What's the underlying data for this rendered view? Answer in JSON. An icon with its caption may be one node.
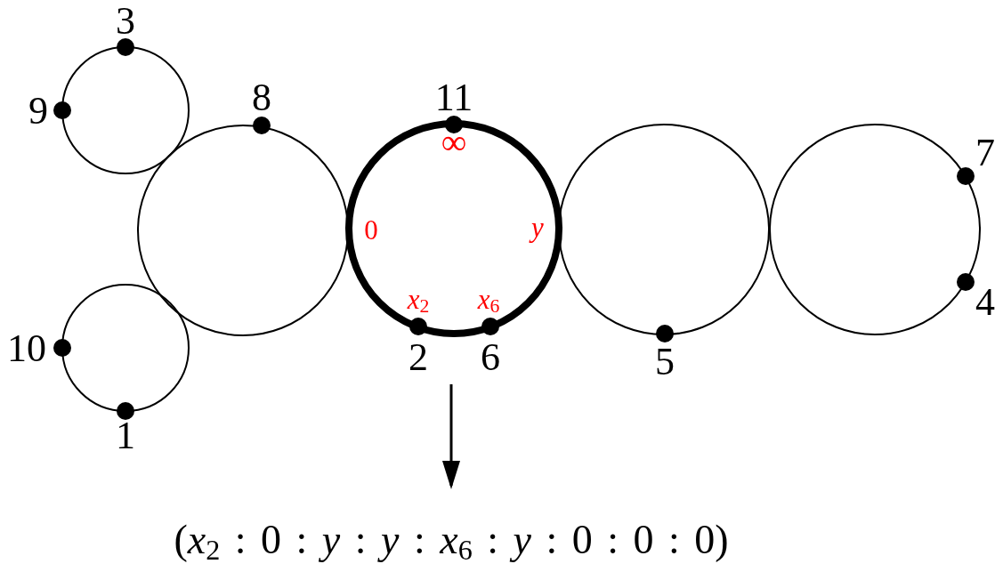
{
  "diagram": {
    "nodes": [
      {
        "text": [],
        "shape": "circle",
        "beside": [
          "3",
          "9"
        ]
      },
      {
        "text": [],
        "shape": "circle",
        "beside": [
          "8"
        ]
      },
      {
        "text": [],
        "shape": "circle",
        "beside": [
          "10",
          "1"
        ]
      },
      {
        "text": [
          "∞",
          "0",
          "y",
          "*x*$_{2}$",
          "*x*$_{6}$"
        ],
        "beside": [
          "11",
          "2",
          "6"
        ]
      },
      {
        "text": [],
        "shape": "circle",
        "beside": [
          "5"
        ]
      },
      {
        "text": [],
        "shape": "circle",
        "beside": [
          "7",
          "4"
        ]
      },
      {
        "text": [
          "(*x*$_{2}$ : 0 : *y* : *y* : *x*$_{6}$ : *y* : 0 : 0 : 0)"
        ]
      }
    ],
    "edges": [
      {
        "from": null,
        "to": 6,
        "arrow": "to"
      }
    ]
  }
}
